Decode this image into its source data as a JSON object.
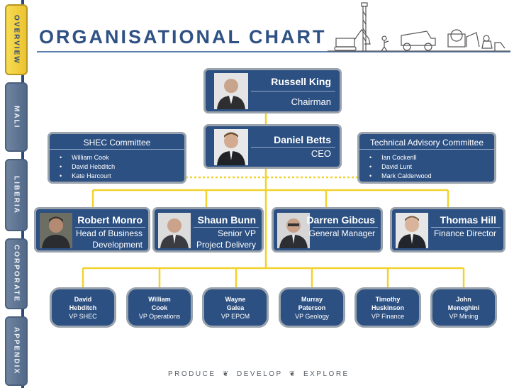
{
  "title": "ORGANISATIONAL CHART",
  "nav_tabs": [
    {
      "label": "OVERVIEW",
      "active": true
    },
    {
      "label": "MALI",
      "active": false
    },
    {
      "label": "LIBERIA",
      "active": false
    },
    {
      "label": "CORPORATE",
      "active": false
    },
    {
      "label": "APPENDIX",
      "active": false
    }
  ],
  "chairman": {
    "name": "Russell King",
    "role": "Chairman"
  },
  "ceo": {
    "name": "Daniel Betts",
    "role": "CEO"
  },
  "shec_committee": {
    "title": "SHEC Committee",
    "members": [
      "William Cook",
      "David Hebditch",
      "Kate Harcourt"
    ]
  },
  "technical_committee": {
    "title": "Technical Advisory Committee",
    "members": [
      "Ian Cockerill",
      "David Lunt",
      "Mark Calderwood"
    ]
  },
  "executives": [
    {
      "name": "Robert Monro",
      "role_line1": "Head of Business",
      "role_line2": "Development"
    },
    {
      "name": "Shaun Bunn",
      "role_line1": "Senior VP",
      "role_line2": "Project Delivery"
    },
    {
      "name": "Darren Gibcus",
      "role_line1": "General Manager",
      "role_line2": ""
    },
    {
      "name": "Thomas Hill",
      "role_line1": "Finance Director",
      "role_line2": ""
    }
  ],
  "vps": [
    {
      "first": "David",
      "last": "Hebditch",
      "role": "VP SHEC"
    },
    {
      "first": "William",
      "last": "Cook",
      "role": "VP Operations"
    },
    {
      "first": "Wayne",
      "last": "Galea",
      "role": "VP EPCM"
    },
    {
      "first": "Murray",
      "last": "Paterson",
      "role": "VP Geology"
    },
    {
      "first": "Timothy",
      "last": "Huskinson",
      "role": "VP Finance"
    },
    {
      "first": "John",
      "last": "Meneghini",
      "role": "VP Mining"
    }
  ],
  "footer": {
    "word1": "PRODUCE",
    "word2": "DEVELOP",
    "word3": "EXPLORE"
  },
  "colors": {
    "box": "#2c5082",
    "border": "#9aa3ad",
    "connector": "#f2d22e",
    "title": "#2f5184",
    "active_tab": "#f2d24a"
  }
}
